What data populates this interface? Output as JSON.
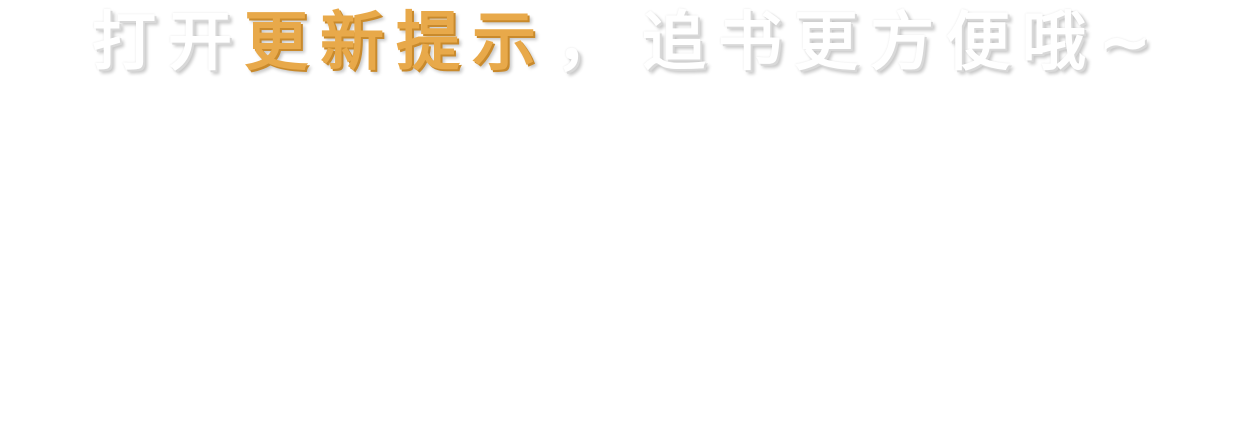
{
  "banner": {
    "part1": "打开",
    "highlight": "更新提示",
    "separator": "，",
    "part2": "追书更方便哦~",
    "colors": {
      "highlight": "#e8a94a",
      "text": "#ffffff"
    }
  }
}
